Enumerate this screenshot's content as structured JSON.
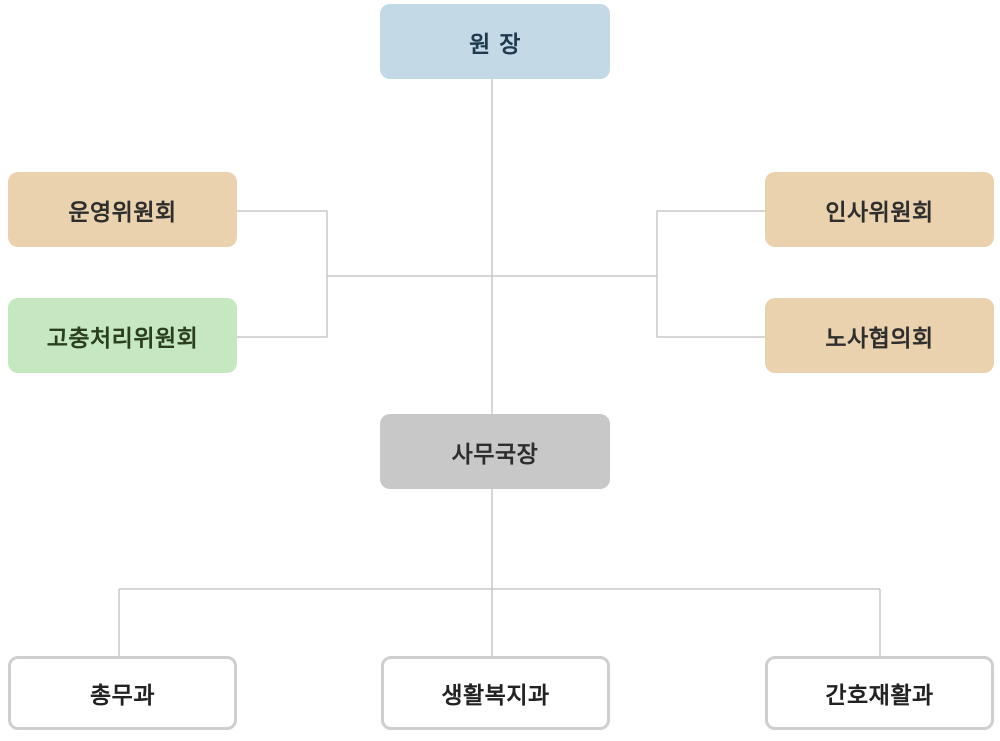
{
  "colors": {
    "line": "#c8c8c8",
    "director_bg": "#c3d9e6",
    "director_text": "#1f3a4f",
    "committee_bg": "#e9d2ad",
    "committee_text": "#2e2e2e",
    "grievance_bg": "#c6e8c1",
    "grievance_text": "#2b3f1e",
    "secretary_bg": "#c8c8c8",
    "secretary_text": "#2e2e2e",
    "dept_border": "#cfcfcf",
    "dept_text": "#222222"
  },
  "nodes": {
    "director": "원 장",
    "operations_committee": "운영위원회",
    "grievance_committee": "고충처리위원회",
    "personnel_committee": "인사위원회",
    "labor_council": "노사협의회",
    "secretary_general": "사무국장",
    "general_affairs": "총무과",
    "life_welfare": "생활복지과",
    "nursing_rehab": "간호재활과"
  }
}
